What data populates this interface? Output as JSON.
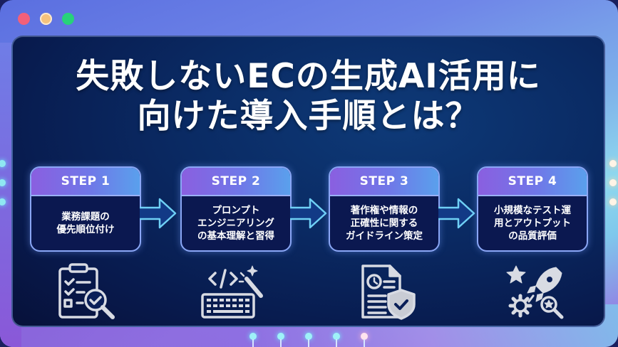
{
  "window": {
    "controls": [
      "close",
      "minimize",
      "maximize"
    ],
    "colors": {
      "close": "#f2607a",
      "minimize": "#f5c27c",
      "maximize": "#27d27a",
      "panel": "#0a2a63",
      "accent_cyan": "#8fd8ee",
      "accent_purple": "#8a55d8"
    }
  },
  "title": {
    "line1": "失敗しないECの生成AI活用に",
    "line2": "向けた導入手順とは？"
  },
  "steps": [
    {
      "label": "STEP 1",
      "text": "業務課題の\n優先順位付け",
      "icon": "clipboard-checklist-search-icon"
    },
    {
      "label": "STEP 2",
      "text": "プロンプト\nエンジニアリング\nの基本理解と習得",
      "icon": "code-keyboard-magic-wand-icon"
    },
    {
      "label": "STEP 3",
      "text": "著作権や情報の\n正確性に関する\nガイドライン策定",
      "icon": "document-shield-check-icon"
    },
    {
      "label": "STEP 4",
      "text": "小規模なテスト運\n用とアウトプット\nの品質評価",
      "icon": "star-rocket-gear-search-icon"
    }
  ]
}
